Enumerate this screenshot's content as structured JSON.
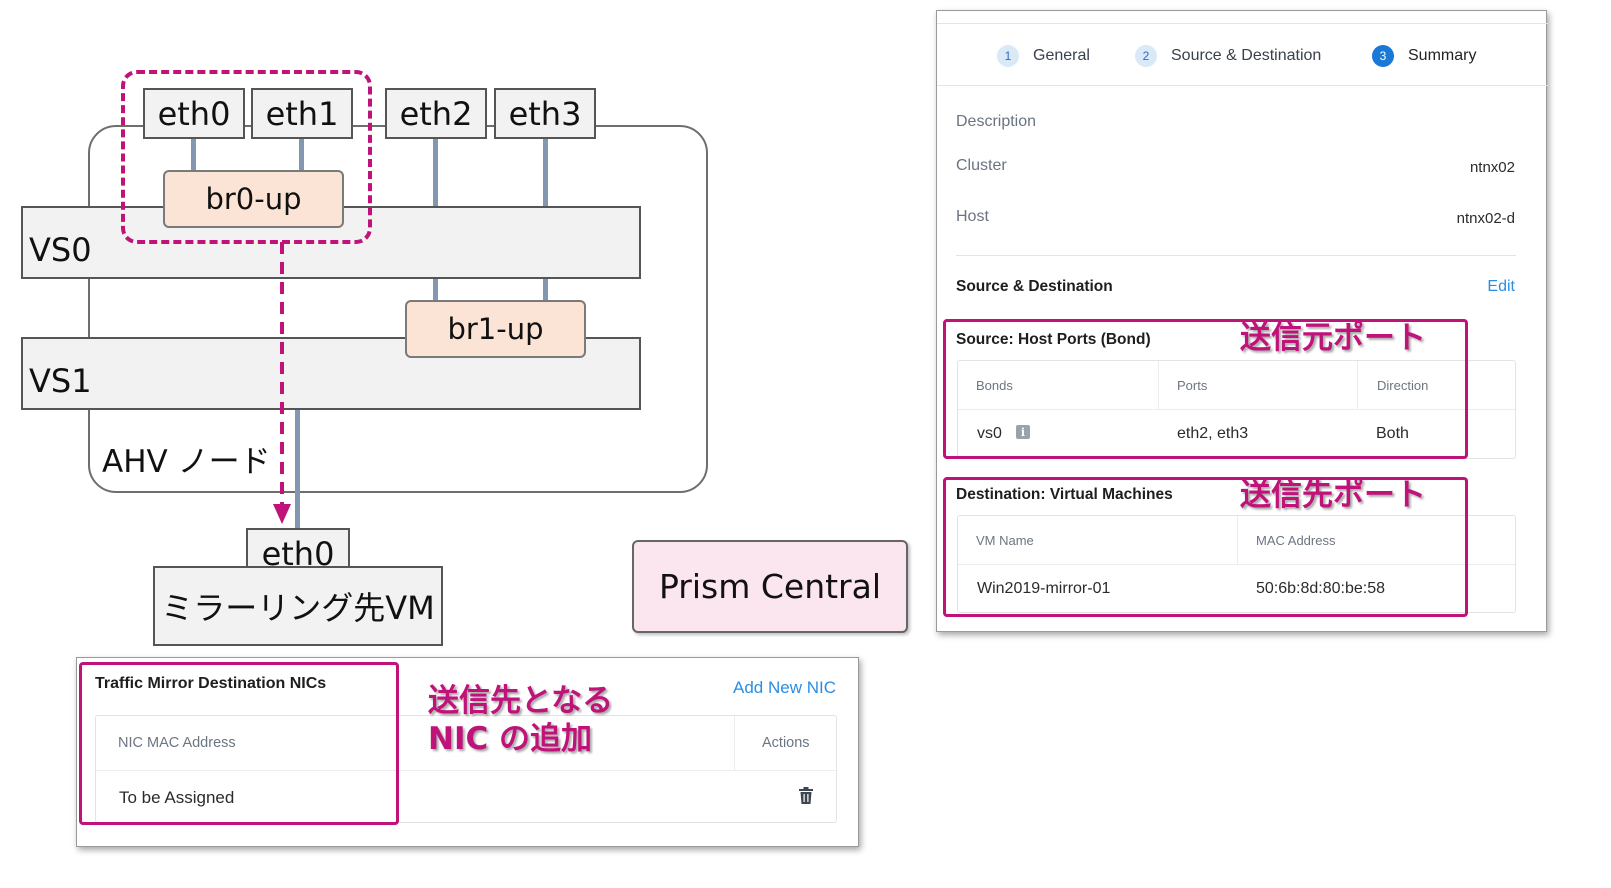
{
  "diagram": {
    "ports": [
      "eth0",
      "eth1",
      "eth2",
      "eth3"
    ],
    "bonds": [
      "br0-up",
      "br1-up"
    ],
    "switches": [
      "VS0",
      "VS1"
    ],
    "node_label": "AHV ノード",
    "vm_port": "eth0",
    "vm_label": "ミラーリング先VM",
    "prism_central": "Prism Central"
  },
  "summary_panel": {
    "steps": [
      {
        "num": "1",
        "label": "General"
      },
      {
        "num": "2",
        "label": "Source & Destination"
      },
      {
        "num": "3",
        "label": "Summary"
      }
    ],
    "description_label": "Description",
    "cluster_label": "Cluster",
    "cluster_value": "ntnx02",
    "host_label": "Host",
    "host_value": "ntnx02-d",
    "section_title": "Source & Destination",
    "edit_link": "Edit",
    "source": {
      "title": "Source: Host Ports (Bond)",
      "headers": [
        "Bonds",
        "Ports",
        "Direction"
      ],
      "row": {
        "bond": "vs0",
        "ports": "eth2, eth3",
        "direction": "Both"
      }
    },
    "destination": {
      "title": "Destination: Virtual Machines",
      "headers": [
        "VM Name",
        "MAC Address"
      ],
      "row": {
        "vm": "Win2019-mirror-01",
        "mac": "50:6b:8d:80:be:58"
      }
    }
  },
  "nic_panel": {
    "title": "Traffic Mirror Destination NICs",
    "add_link": "Add New NIC",
    "headers": [
      "NIC MAC Address",
      "Actions"
    ],
    "row": {
      "mac": "To be Assigned"
    }
  },
  "annotations": {
    "source_port": "送信元ポート",
    "dest_port": "送信先ポート",
    "add_nic_line1": "送信先となる",
    "add_nic_line2": "NIC の追加"
  },
  "colors": {
    "accent": "#c0137a",
    "link": "#2a8ee3",
    "bond_fill": "#fbe4d5",
    "pc_fill": "#fbe5ee"
  }
}
